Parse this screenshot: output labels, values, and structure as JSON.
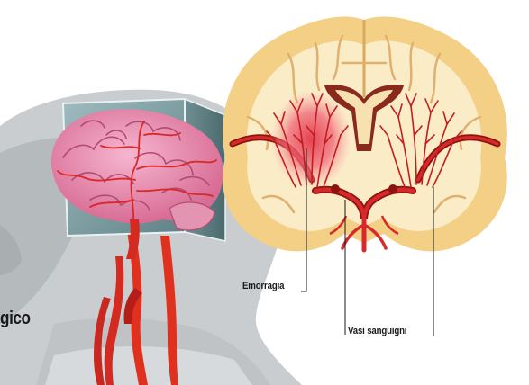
{
  "labels": {
    "hemorrhage": "Emorragia",
    "blood_vessels": "Vasi sanguigni",
    "clipped_title": "gico"
  },
  "colors": {
    "brain_outer": "#f4cf86",
    "brain_inner": "#fbecc8",
    "vessel_red": "#d8282a",
    "artery_red": "#e0301e",
    "dark_red": "#8a1410",
    "hemorrhage_glow": "#f06a78",
    "cortex_pink": "#e887a8",
    "silhouette_gray": "#c5c9cc",
    "panel_teal": "#7d9ea3"
  },
  "icons": {
    "head_silhouette": "head-silhouette",
    "brain_lateral": "lateral-brain-view",
    "brain_coronal": "coronal-brain-section"
  }
}
